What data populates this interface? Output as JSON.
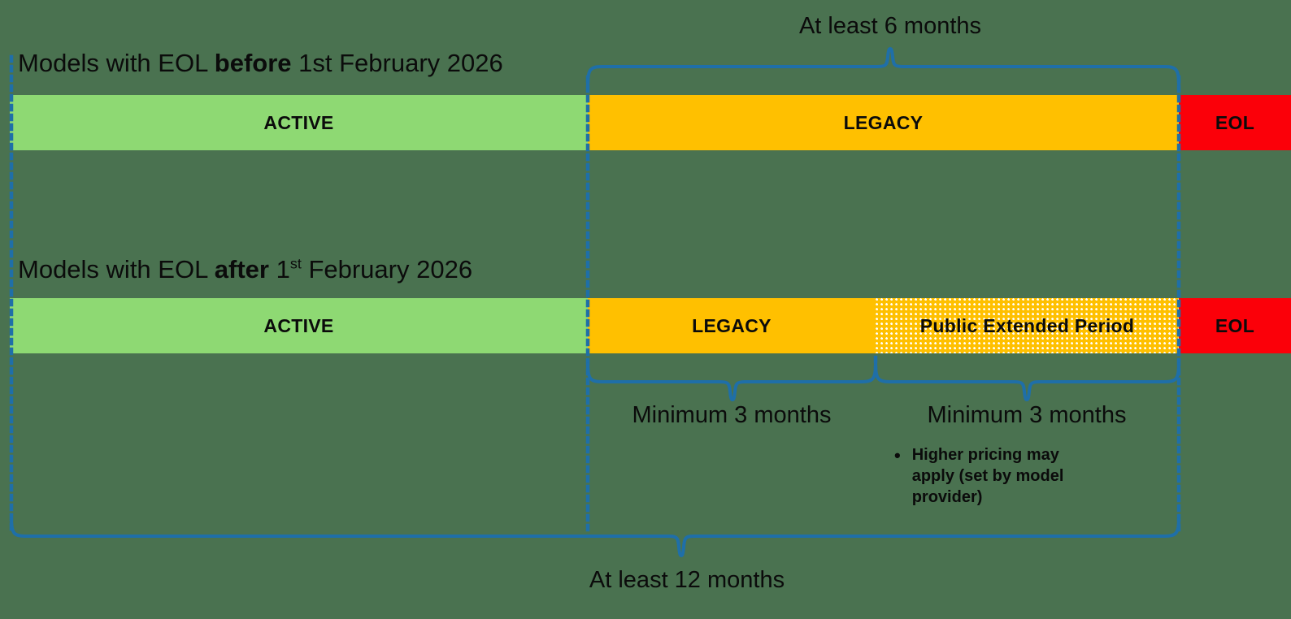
{
  "diagram": {
    "title": "Model lifecycle timeline",
    "background_color": "#4a7250",
    "accent_color": "#1f6fa8"
  },
  "rows": [
    {
      "id": "before",
      "title_prefix": "Models with EOL ",
      "title_emphasis": "before",
      "title_suffix_lead": " 1",
      "title_suffix_sup": "",
      "title_suffix": "st February 2026",
      "phases": [
        {
          "label": "ACTIVE",
          "color": "#8ed973",
          "pattern": "solid"
        },
        {
          "label": "LEGACY",
          "color": "#ffc000",
          "pattern": "solid"
        },
        {
          "label": "EOL",
          "color": "#fb0009",
          "pattern": "solid"
        }
      ]
    },
    {
      "id": "after",
      "title_prefix": "Models with EOL ",
      "title_emphasis": "after",
      "title_suffix_lead": " 1",
      "title_suffix_sup": "st",
      "title_suffix": " February 2026",
      "phases": [
        {
          "label": "ACTIVE",
          "color": "#8ed973",
          "pattern": "solid"
        },
        {
          "label": "LEGACY",
          "color": "#ffc000",
          "pattern": "solid"
        },
        {
          "label": "Public Extended Period",
          "color": "#ffc000",
          "pattern": "dotted"
        },
        {
          "label": "EOL",
          "color": "#fb0009",
          "pattern": "solid"
        }
      ]
    }
  ],
  "annotations": {
    "top_brace_label": "At least 6 months",
    "legacy_brace_label": "Minimum 3 months",
    "extended_brace_label": "Minimum 3 months",
    "bottom_brace_label": "At least 12 months",
    "note_bullet": "•",
    "note_text": "Higher pricing may apply (set by model provider)"
  }
}
